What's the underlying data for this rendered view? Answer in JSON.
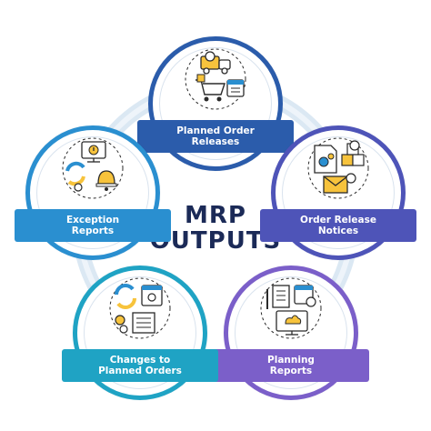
{
  "title": {
    "line1": "MRP",
    "line2": "OUTPUTS"
  },
  "colors": {
    "title": "#1b2a57",
    "connector": "#dbe8f3",
    "yellow": "#f7c33c",
    "outline": "#2a2a2a"
  },
  "nodes": [
    {
      "id": "planned-order-releases",
      "label": "Planned Order\nReleases",
      "color": "#2b5cab",
      "icon": "truck-cart-calendar-icon"
    },
    {
      "id": "order-release-notices",
      "label": "Order Release\nNotices",
      "color": "#4e54b8",
      "icon": "document-boxes-envelope-icon"
    },
    {
      "id": "planning-reports",
      "label": "Planning\nReports",
      "color": "#7b5fc9",
      "icon": "checklist-calendar-monitor-icon"
    },
    {
      "id": "changes-to-planned-orders",
      "label": "Changes to\nPlanned Orders",
      "color": "#1fa3c4",
      "icon": "refresh-calendar-gears-icon"
    },
    {
      "id": "exception-reports",
      "label": "Exception\nReports",
      "color": "#2a8fd0",
      "icon": "monitor-alert-bell-icon"
    }
  ]
}
